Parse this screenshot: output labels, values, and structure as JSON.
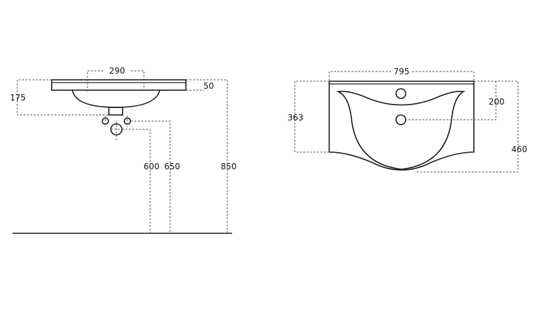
{
  "side_view": {
    "dimensions": {
      "tap_spacing": "290",
      "top_thickness": "50",
      "basin_depth": "175",
      "waste_height_low": "600",
      "waste_height_high": "650",
      "total_height": "850"
    }
  },
  "top_view": {
    "dimensions": {
      "width": "795",
      "depth_sides": "363",
      "tap_to_drain": "200",
      "depth_total": "460"
    }
  },
  "colors": {
    "line": "#1a1a1a",
    "dimension": "#555555",
    "background": "#ffffff"
  }
}
